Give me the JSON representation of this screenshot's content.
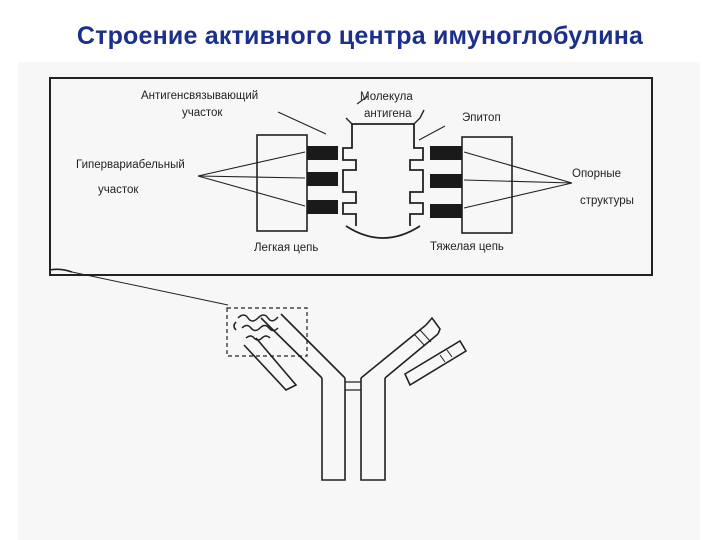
{
  "slide": {
    "title": "Строение активного центра имуноглобулина"
  },
  "labels": {
    "antigen_binding_site": [
      "Антигенсвязывающий",
      "участок"
    ],
    "antigen_molecule": [
      "Молекула",
      "антигена"
    ],
    "epitope": "Эпитоп",
    "hypervariable_region": [
      "Гипервариабельный",
      "участок"
    ],
    "framework_structures": [
      "Опорные",
      "структуры"
    ],
    "light_chain": "Легкая цепь",
    "heavy_chain": "Тяжелая цепь"
  },
  "colors": {
    "title": "#1c2f8a",
    "ink": "#222222",
    "band": "#1a1a1a",
    "figure_bg": "#f7f7f7"
  }
}
